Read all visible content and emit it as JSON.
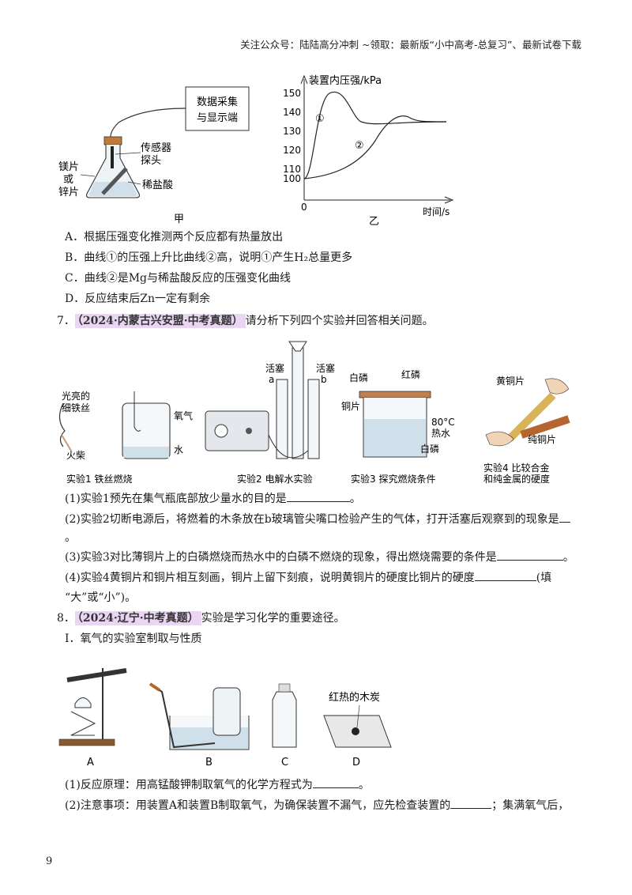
{
  "header": "关注公众号：陆陆高分冲刺 ~领取：最新版“小中高考-总复习”、最新试卷下载",
  "fig1": {
    "box_text1": "数据采集",
    "box_text2": "与显示端",
    "label_sensor1": "传感器",
    "label_sensor2": "探头",
    "label_acid": "稀盐酸",
    "label_metal1": "镁片",
    "label_metal2": "或",
    "label_metal3": "锌片",
    "caption_jia": "甲",
    "caption_yi": "乙",
    "graph_ylabel": "装置内压强/kPa",
    "graph_xlabel": "时间/s",
    "graph_origin": "0",
    "ticks": [
      "150",
      "140",
      "130",
      "120",
      "110",
      "100"
    ],
    "curve1": "①",
    "curve2": "②"
  },
  "options6": {
    "A": "A．根据压强变化推测两个反应都有热量放出",
    "B": "B．曲线①的压强上升比曲线②高，说明①产生H₂总量更多",
    "C": "C．曲线②是Mg与稀盐酸反应的压强变化曲线",
    "D": "D．反应结束后Zn一定有剩余"
  },
  "q7": {
    "num": "7．",
    "tag": "（2024·内蒙古兴安盟·中考真题）",
    "text": "请分析下列四个实验并回答相关问题。",
    "exp1_caption": "实验1 铁丝燃烧",
    "exp1_l1": "光亮的",
    "exp1_l2": "细铁丝",
    "exp1_l3": "火柴",
    "exp1_l4": "氧气",
    "exp1_l5": "水",
    "exp2_caption": "实验2 电解水实验",
    "exp2_l1": "活塞",
    "exp2_l2": "活塞",
    "exp2_a": "a",
    "exp2_b": "b",
    "exp3_caption": "实验3 探究燃烧条件",
    "exp3_l1": "白磷",
    "exp3_l2": "红磷",
    "exp3_l3": "铜片",
    "exp3_l4": "80°C",
    "exp3_l5": "热水",
    "exp3_l6": "白磷",
    "exp4_caption1": "实验4 比较合金",
    "exp4_caption2": "和纯金属的硬度",
    "exp4_l1": "黄铜片",
    "exp4_l2": "纯铜片",
    "sub1": "(1)实验1预先在集气瓶底部放少量水的目的是",
    "sub1_end": "。",
    "sub2": "(2)实验2切断电源后，将燃着的木条放在b玻璃管尖嘴口检验产生的气体，打开活塞后观察到的现象是",
    "sub2_end": "。",
    "sub3": "(3)实验3对比薄铜片上的白磷燃烧而热水中的白磷不燃烧的现象，得出燃烧需要的条件是",
    "sub3_end": "。",
    "sub4": "(4)实验4黄铜片和铜片相互刻画，铜片上留下刻痕，说明黄铜片的硬度比铜片的硬度",
    "sub4_end": "(填",
    "sub4_line2": "“大”或“小”)。"
  },
  "q8": {
    "num": "8．",
    "tag": "（2024·辽宁·中考真题）",
    "text": "实验是学习化学的重要途径。",
    "section": "I．氧气的实验室制取与性质",
    "labels": [
      "A",
      "B",
      "C",
      "D"
    ],
    "d_label": "红热的木炭",
    "sub1": "(1)反应原理：用高锰酸钾制取氧气的化学方程式为",
    "sub1_end": "。",
    "sub2": "(2)注意事项：用装置A和装置B制取氧气，为确保装置不漏气，应先检查装置的",
    "sub2_end": "；集满氧气后，"
  },
  "page_number": "9"
}
